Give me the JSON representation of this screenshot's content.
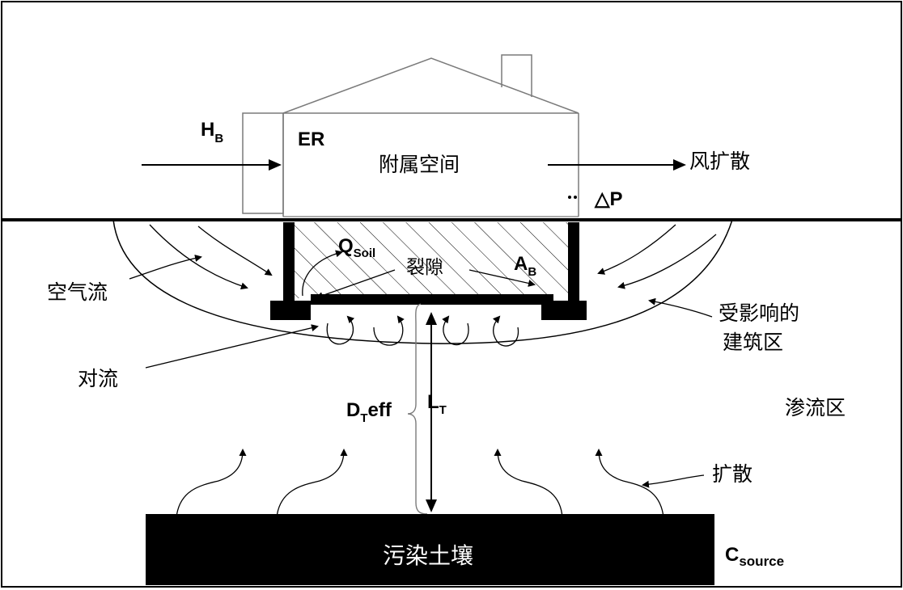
{
  "diagram": {
    "labels": {
      "hb_main": "H",
      "hb_sub": "B",
      "er": "ER",
      "attached_space": "附属空间",
      "wind_diffusion": "风扩散",
      "delta_p": "△P",
      "q_soil_main": "Q",
      "q_soil_sub": "Soil",
      "crack": "裂隙",
      "ab_main": "A",
      "ab_sub": "B",
      "air_flow": "空气流",
      "affected_zone_line1": "受影响的",
      "affected_zone_line2": "建筑区",
      "convection": "对流",
      "dteff_main": "D",
      "dteff_sub": "T",
      "dteff_tail": "eff",
      "lt_main": "L",
      "lt_sub": "T",
      "seepage_zone": "渗流区",
      "diffusion": "扩散",
      "contaminated_soil": "污染土壤",
      "csource_main": "C",
      "csource_sub": "source"
    },
    "colors": {
      "ink": "#000000",
      "background": "#ffffff",
      "outline_gray": "#7a7a7a",
      "source_text": "#ffffff"
    }
  }
}
